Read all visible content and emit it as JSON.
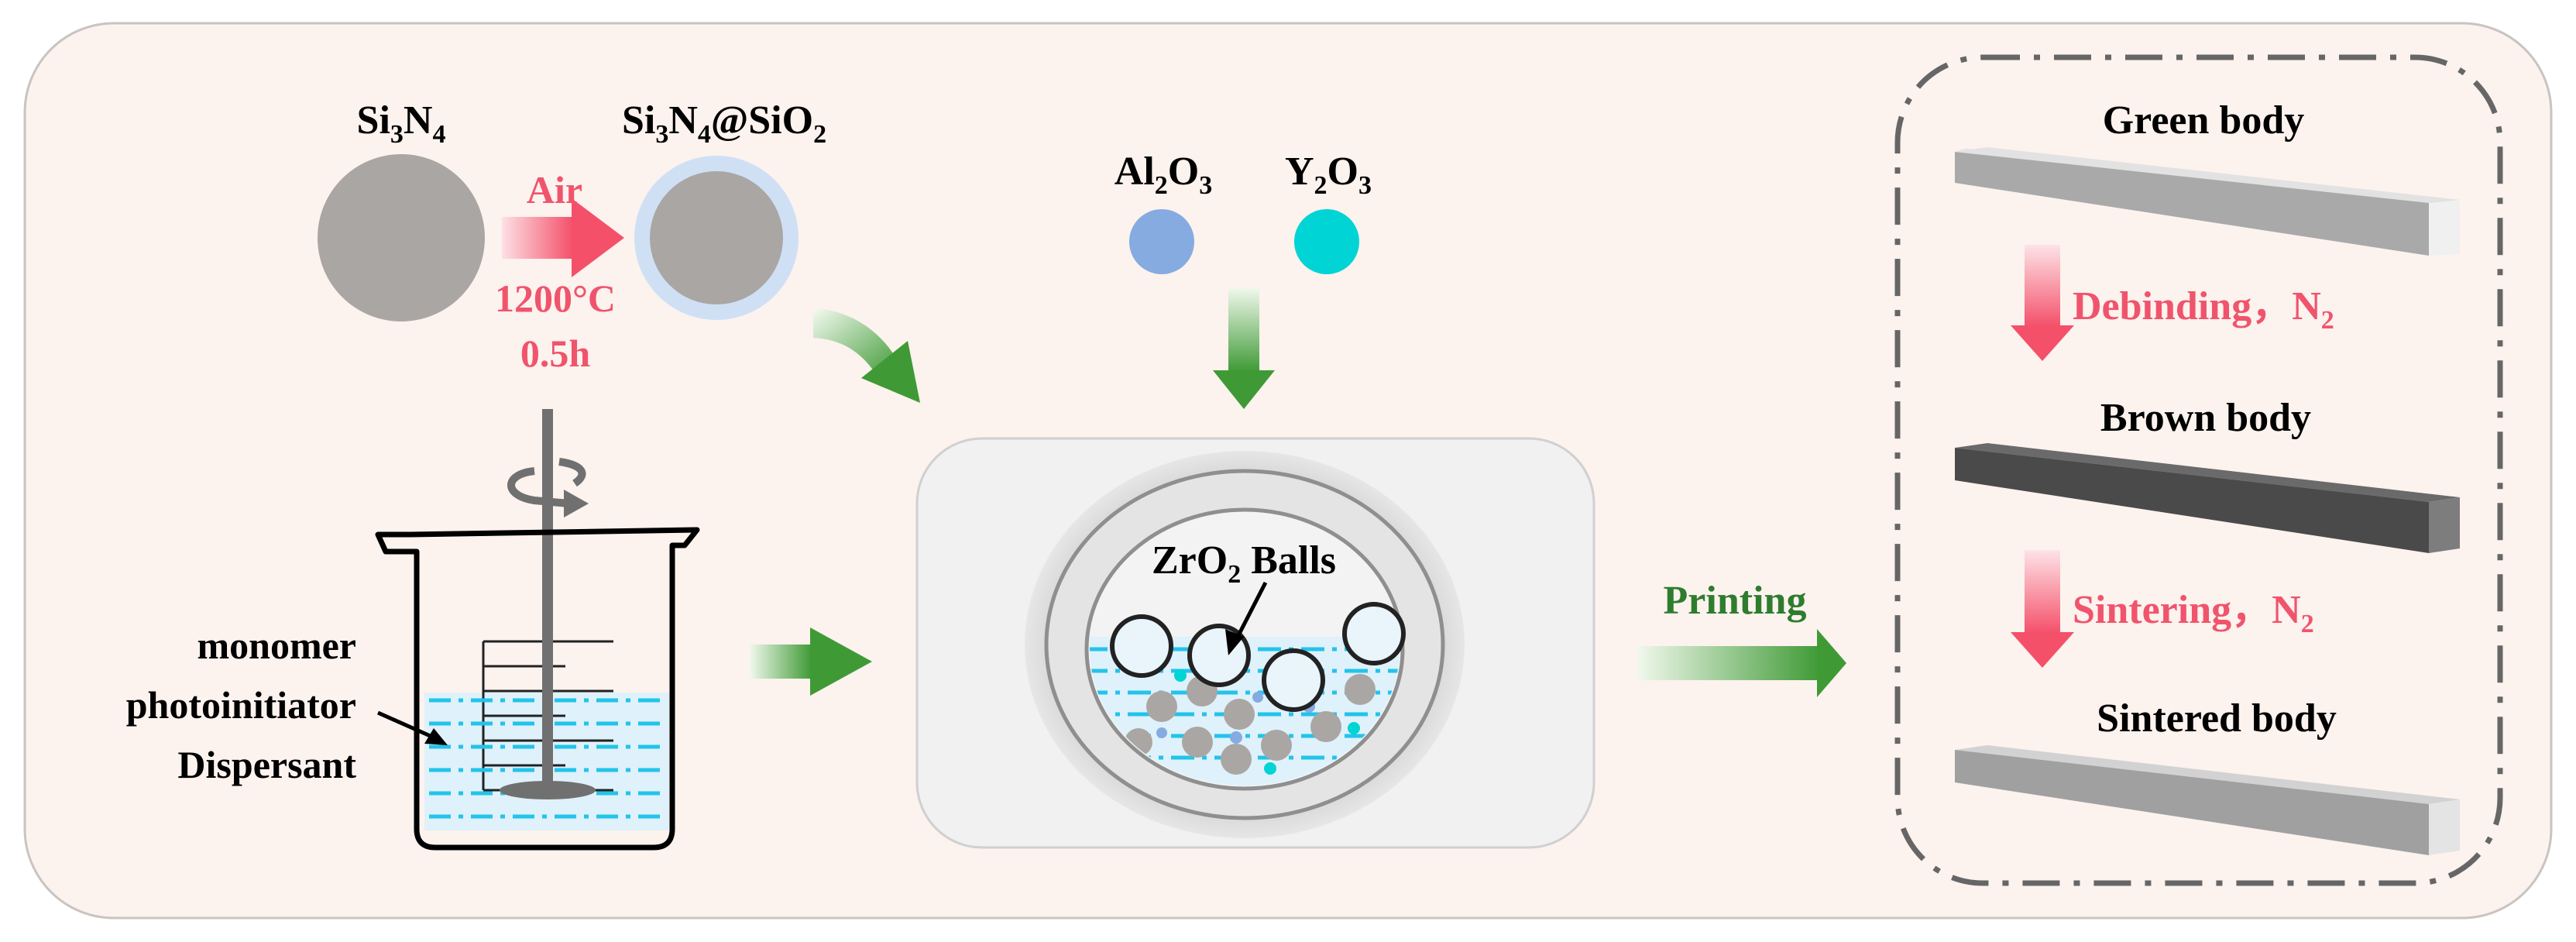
{
  "labels": {
    "si3n4": {
      "base": "Si",
      "sub1": "3",
      "mid": "N",
      "sub2": "4"
    },
    "si3n4_sio2": {
      "a": "Si",
      "s1": "3",
      "b": "N",
      "s2": "4",
      "c": "@SiO",
      "s3": "2"
    },
    "air": "Air",
    "temperature": "1200°C",
    "duration": "0.5h",
    "al2o3": {
      "a": "Al",
      "s1": "2",
      "b": "O",
      "s2": "3"
    },
    "y2o3": {
      "a": "Y",
      "s1": "2",
      "b": "O",
      "s2": "3"
    },
    "zro2_balls": {
      "a": "ZrO",
      "s1": "2",
      "b": " Balls"
    },
    "monomer": "monomer",
    "photoinitiator": "photoinitiator",
    "dispersant": "Dispersant",
    "printing": "Printing",
    "green_body": "Green body",
    "debinding": {
      "a": "Debinding，N",
      "s1": "2"
    },
    "brown_body": "Brown body",
    "sintering": {
      "a": "Sintering，N",
      "s1": "2"
    },
    "sintered_body": "Sintered body"
  },
  "colors": {
    "background": "#fcf2ee",
    "red_text": "#f0546c",
    "green_text": "#2e7d2e",
    "si3n4_gray": "#aaa6a3",
    "sio2_shell": "#cfe0f5",
    "al2o3_blue": "#86abe0",
    "y2o3_cyan": "#00d4d4",
    "dash_cyan": "#22c4ea"
  }
}
